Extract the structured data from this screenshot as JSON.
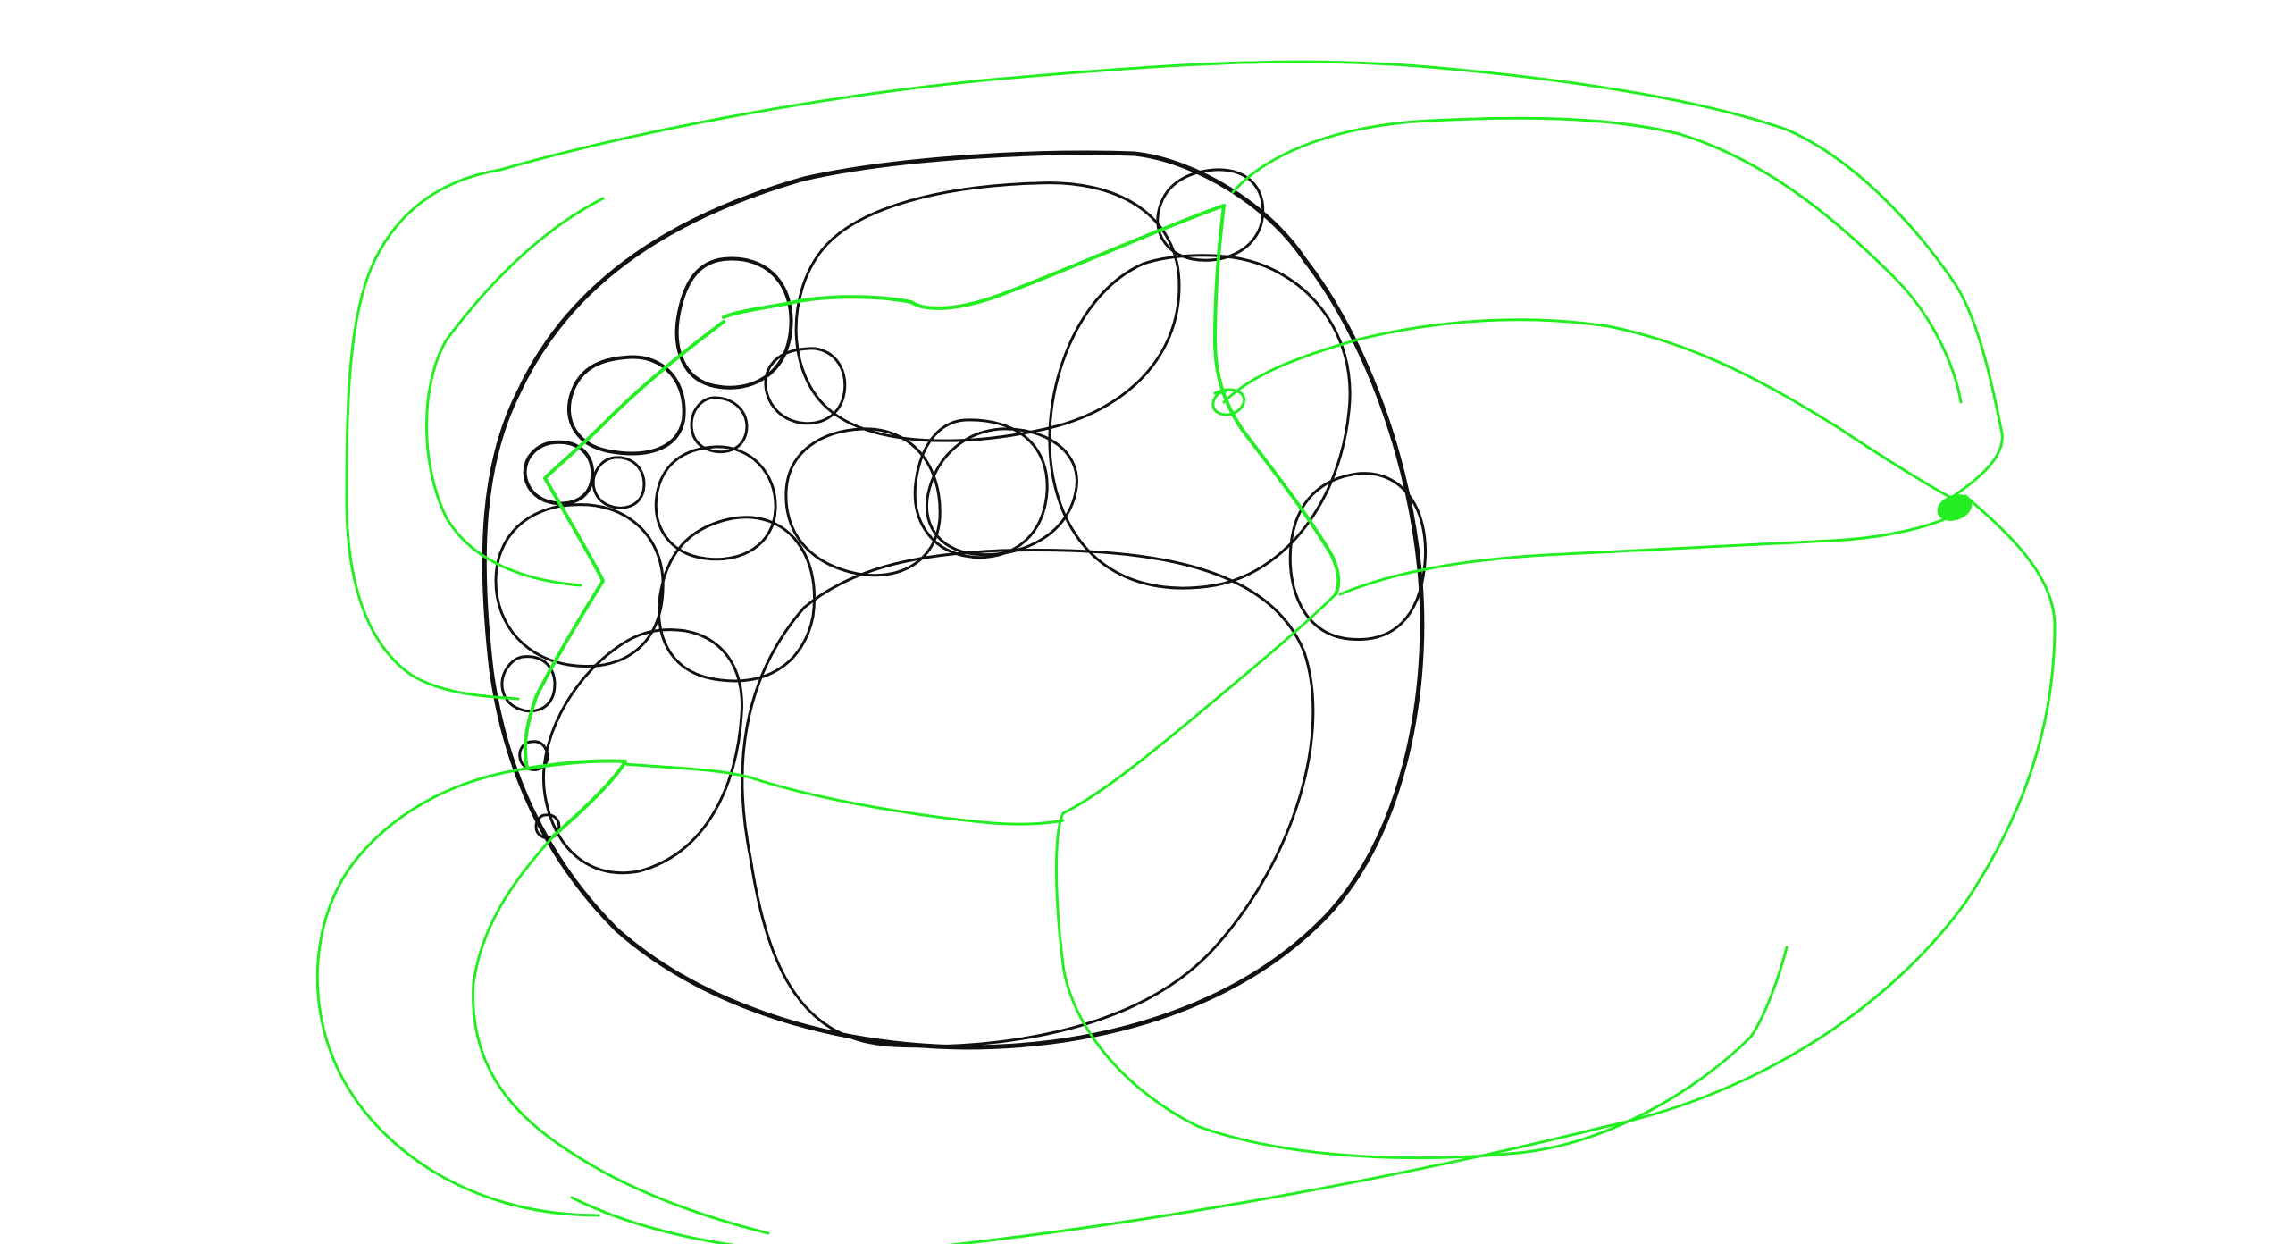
{
  "canvas": {
    "background": "#ffffff"
  },
  "colors": {
    "outline": "#111111",
    "path": "#22ee22"
  },
  "drawing": {
    "outer_shape": "large-circle",
    "inner_shapes": "clustered-circles",
    "overlay": "green-freehand-paths",
    "endpoint_marker": "filled-green-dot"
  }
}
